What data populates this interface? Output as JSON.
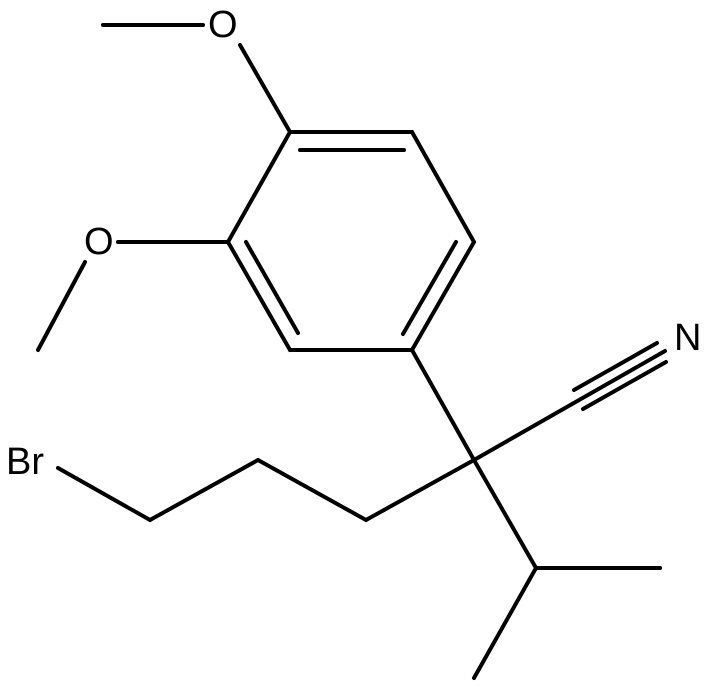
{
  "molecule": {
    "atoms": {
      "o_top": "O",
      "o_left": "O",
      "nitrogen": "N",
      "bromine": "Br"
    },
    "colors": {
      "bond": "#000000",
      "label": "#000000",
      "background": "#ffffff"
    }
  }
}
